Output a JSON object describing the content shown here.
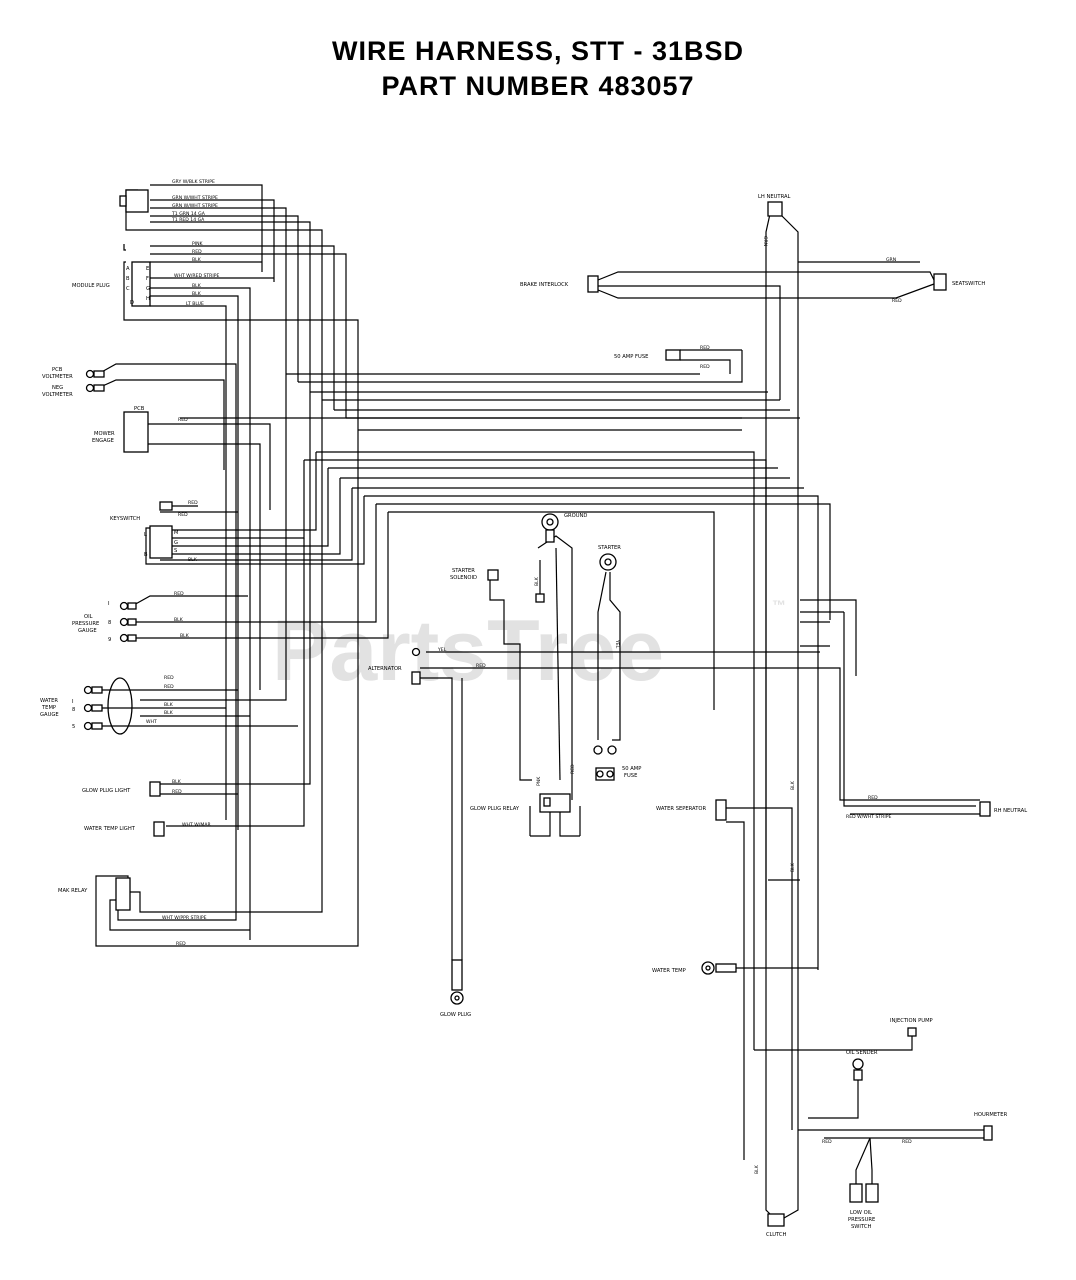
{
  "title": {
    "line1": "WIRE HARNESS, STT - 31BSD",
    "line2": "PART NUMBER 483057"
  },
  "watermark": {
    "text": "PartsTree",
    "tm": "™"
  },
  "components": {
    "module_plug": "MODULE PLUG",
    "pcb_voltmeter": [
      "PCB",
      "VOLTMETER"
    ],
    "neg_voltmeter": [
      "NEG",
      "VOLTMETER"
    ],
    "mower_engage": [
      "MOWER",
      "ENGAGE"
    ],
    "pcb": "PCB",
    "keyswitch": "KEYSWITCH",
    "oil_pressure_gauge": [
      "OIL",
      "PRESSURE",
      "GAUGE"
    ],
    "water_temp_gauge": [
      "WATER",
      "TEMP",
      "GAUGE"
    ],
    "glow_plug_light": "GLOW PLUG LIGHT",
    "water_temp_light": "WATER TEMP LIGHT",
    "mak_relay": "MAK RELAY",
    "glow_plug": "GLOW PLUG",
    "ground": "GROUND",
    "starter": "STARTER",
    "starter_solenoid": [
      "STARTER",
      "SOLENOID"
    ],
    "alternator": "ALTERNATOR",
    "glow_plug_relay": "GLOW PLUG RELAY",
    "fuse_50amp_mid": [
      "50 AMP",
      "FUSE"
    ],
    "fuse_50amp_top": "50 AMP FUSE",
    "brake_interlock": "BRAKE INTERLOCK",
    "seatswitch": "SEATSWITCH",
    "lh_neutral": "LH NEUTRAL",
    "rh_neutral": "RH NEUTRAL",
    "water_seperator": "WATER SEPERATOR",
    "water_temp": "WATER TEMP",
    "injection_pump": "INJECTION PUMP",
    "oil_sender": "OIL SENDER",
    "hourmeter": "HOURMETER",
    "low_oil_pressure_switch": [
      "LOW OIL",
      "PRESSURE",
      "SWITCH"
    ],
    "clutch": "CLUTCH"
  },
  "pins": {
    "module_plug_left": [
      "A",
      "B",
      "C",
      "D"
    ],
    "module_plug_right": [
      "E",
      "F",
      "G",
      "H"
    ],
    "keyswitch": [
      "L",
      "M",
      "G",
      "S",
      "B"
    ],
    "oil_gauge": [
      "I",
      "8",
      "9"
    ],
    "water_gauge": [
      "I",
      "8",
      "5"
    ]
  },
  "wire_labels": {
    "gry_blk": "GRY W/BLK STRIPE",
    "grn_wht": "GRN W/WHT STRIPE",
    "grn_wht2": "GRN W/WHT STRIPE",
    "t1_grn": "T1 GRN 14 GA",
    "t1_red": "T1 RED 14 GA",
    "pink": "PINK",
    "red1": "RED",
    "blk1": "BLK",
    "wht_red": "WHT W/RED STRIPE",
    "blk2": "BLK",
    "blk3": "BLK",
    "lt_blue": "LT BLUE",
    "red_mower": "RED",
    "red_key1": "RED",
    "red_key2": "RED",
    "blk_key": "BLK",
    "red_oil": "RED",
    "blk_oil1": "BLK",
    "blk_oil2": "BLK",
    "red_wt1": "RED",
    "red_wt2": "RED",
    "blk_wt": "BLK",
    "blk_wt2": "BLK",
    "wht_wt": "WHT",
    "blk_gpl": "BLK",
    "red_gpl": "RED",
    "wht_maroon": "WHT W/MAR",
    "wht_purple": "WHT W/PPR STRIPE",
    "red_bottom": "RED",
    "yel_alt": "YEL",
    "red_alt": "RED",
    "blk_sol": "BLK",
    "yel_start": "YEL",
    "red_gpr": "RED",
    "pnk_gpr": "PNK",
    "grn_seat": "GRN",
    "red_seat": "RED",
    "red_fuse1": "RED",
    "red_fuse2": "RED",
    "grn_lh": "GRN",
    "red_rh": "RED",
    "red_wht_rh": "RED W/WHT STRIPE",
    "blk_ws": "BLK",
    "blk_ws2": "BLK",
    "red_hour1": "RED",
    "red_hour2": "RED",
    "blk_clutch": "BLK"
  }
}
